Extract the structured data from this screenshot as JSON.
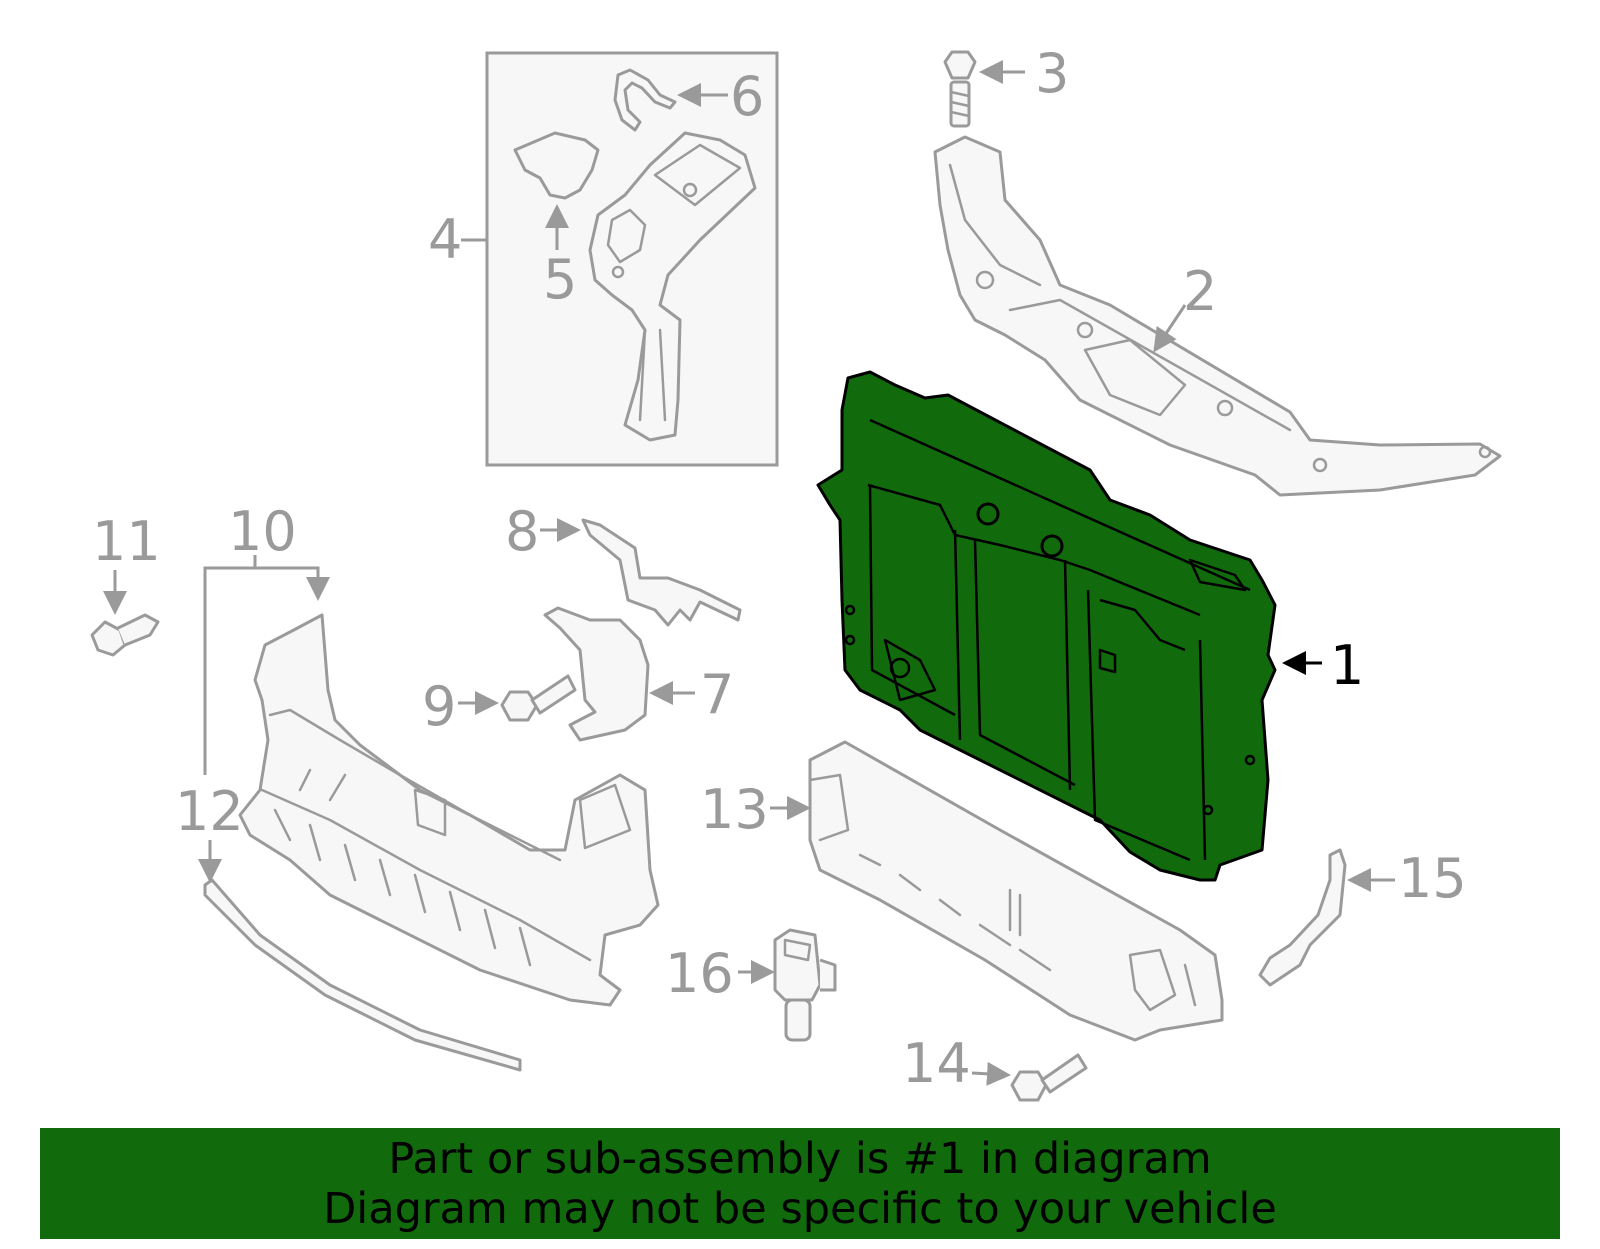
{
  "callouts": {
    "c1": "1",
    "c2": "2",
    "c3": "3",
    "c4": "4",
    "c5": "5",
    "c6": "6",
    "c7": "7",
    "c8": "8",
    "c9": "9",
    "c10": "10",
    "c11": "11",
    "c12": "12",
    "c13": "13",
    "c14": "14",
    "c15": "15",
    "c16": "16"
  },
  "highlight": {
    "part_number": "1",
    "color": "#116b0c"
  },
  "banner": {
    "line1": "Part or sub-assembly is #1 in diagram",
    "line2": "Diagram may not be specific to your vehicle"
  }
}
